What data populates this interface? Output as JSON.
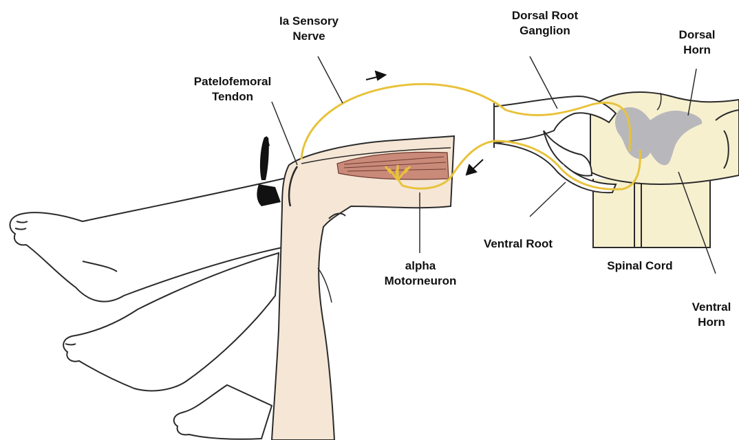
{
  "labels": {
    "sensory_nerve": [
      "Ia Sensory",
      "Nerve"
    ],
    "drg": [
      "Dorsal Root",
      "Ganglion"
    ],
    "dorsal_horn": [
      "Dorsal",
      "Horn"
    ],
    "tendon": [
      "Patelofemoral",
      "Tendon"
    ],
    "ventral_root": "Ventral Root",
    "spinal_cord": "Spinal Cord",
    "motorneuron": [
      "alpha",
      "Motorneuron"
    ],
    "ventral_horn": [
      "Ventral",
      "Horn"
    ]
  },
  "colors": {
    "nerve": "#e8c23a",
    "muscle": "#c98a7a",
    "skin": "#f5e6d6",
    "cord_fill": "#f7f0cf",
    "grey_matter": "#b8b8bc",
    "outline": "#2a2a2a"
  }
}
